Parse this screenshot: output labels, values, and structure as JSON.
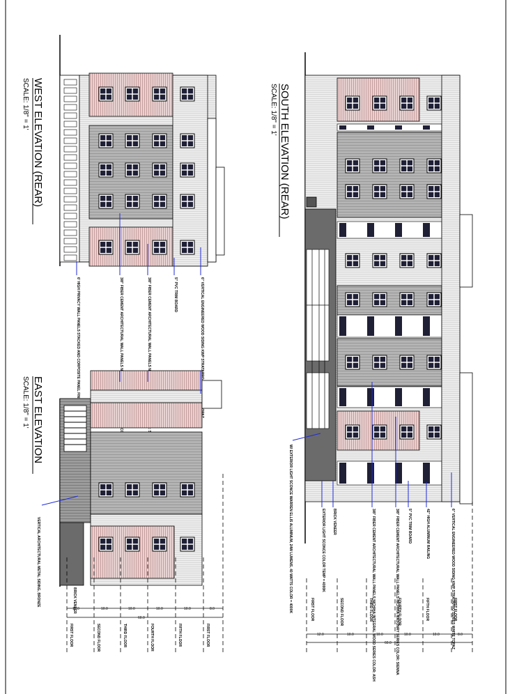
{
  "drawings": {
    "west": {
      "title": "WEST ELEVATION (REAR)",
      "scale": "SCALE: 1/8\" = 1'",
      "notes": [
        "6' HIGH PRIVACY WALL PANELS STACKED AND CORPOSITE PANEL FINISH",
        "3/8\" FIBER CEMENT ARCHITECTURAL WALL PANELS NICHIHA INTEGRAL WOOD SERIES COLOR: ASH",
        "3/8\" FIBER CEMENT ARCHITECTURAL WALL PANELS NICHIHA MASONRY SERIES COLOR: SIENNA",
        "5\" PVC TRIM BOARD",
        "6\" VERTICAL ENGINEERED WOOD SIDING KWP STRATAPRO SERIES WHITE TOPAZ"
      ]
    },
    "east": {
      "title": "EAST ELEVATION",
      "scale": "SCALE: 1/8\" = 1'",
      "notes": [
        "VERTICAL ARCHITECTURAL METAL SIDING, BRONZE",
        "BRICK VENEER"
      ],
      "dims": [
        "12.0",
        "10.0",
        "10.0",
        "10.0",
        "10.0",
        "8.0"
      ],
      "total": "60.0",
      "floors": [
        "FIRST FLOOR",
        "SECOND FLOOR",
        "THIRD FLOOR",
        "FOURTH FLOOR",
        "FIFTH FLOOR",
        "FIRST FLOOR"
      ]
    },
    "south": {
      "title": "SOUTH ELEVATION (REAR)",
      "scale": "SCALE: 1/8\" = 1'",
      "notes": [
        "W/ EXTERIOR LIGHT SCONCE WARREN ELLIS ALUMINUM, 24W LUMENS, 40 WATTS COLOR = 4000K",
        "EXTERIOR LIGHT SCONCE COLOR TEMP = 4000K",
        "BRICK VENEER",
        "3/8\" FIBER CEMENT ARCHITECTURAL WALL PANELS NICHIHA INTEGRAL WOOD SERIES COLOR: ASH",
        "3/8\" FIBER CEMENT ARCHITECTURAL WALL PANELS NICHIHA MASONRY SERIES COLOR: SIENNA",
        "5\" PVC TRIM BOARD",
        "42\" HIGH ALUMINUM RAILING",
        "6\" VERTICAL ENGINEERED WOOD SIDING KWP STRATAPRO SERIES WHITE TOPAZ"
      ],
      "dims": [
        "12.0",
        "10.0",
        "10.0",
        "10.0",
        "10.0",
        "8.0"
      ],
      "total": "60.0",
      "floors": [
        "FIRST FLOOR",
        "SECOND FLOOR",
        "THIRD FLOOR",
        "FOURTH FLOOR",
        "FIFTH FLOOR",
        "FIRST FLOOR"
      ]
    }
  },
  "colors": {
    "brick": "#d9b8b8",
    "fiber_gray": "#a9a9a9",
    "siding_light": "#e6e6e6",
    "window_dark": "#1f1f36",
    "brick_veneer": "#6b6b6b",
    "leader": "#1f2bd8"
  }
}
